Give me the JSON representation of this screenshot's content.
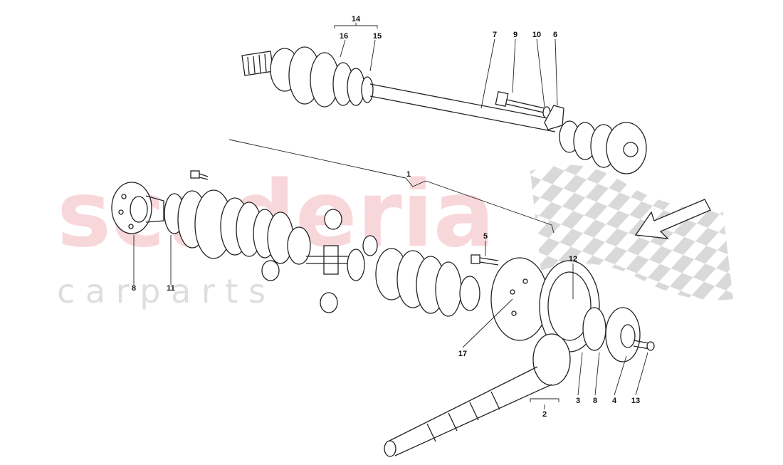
{
  "watermark": {
    "main": "scuderia",
    "sub": "c a r   p a r t s"
  },
  "colors": {
    "ink": "#222222",
    "watermark": "#f3b8bf",
    "checker": "#d9d9d9"
  },
  "callouts": [
    {
      "id": "c14",
      "text": "14"
    },
    {
      "id": "c16",
      "text": "16"
    },
    {
      "id": "c15",
      "text": "15"
    },
    {
      "id": "c7",
      "text": "7"
    },
    {
      "id": "c9",
      "text": "9"
    },
    {
      "id": "c10",
      "text": "10"
    },
    {
      "id": "c6",
      "text": "6"
    },
    {
      "id": "c1",
      "text": "1"
    },
    {
      "id": "c5",
      "text": "5"
    },
    {
      "id": "c12",
      "text": "12"
    },
    {
      "id": "c8a",
      "text": "8"
    },
    {
      "id": "c11",
      "text": "11"
    },
    {
      "id": "c17",
      "text": "17"
    },
    {
      "id": "c3",
      "text": "3"
    },
    {
      "id": "c8b",
      "text": "8"
    },
    {
      "id": "c4",
      "text": "4"
    },
    {
      "id": "c13",
      "text": "13"
    },
    {
      "id": "c2",
      "text": "2"
    }
  ]
}
